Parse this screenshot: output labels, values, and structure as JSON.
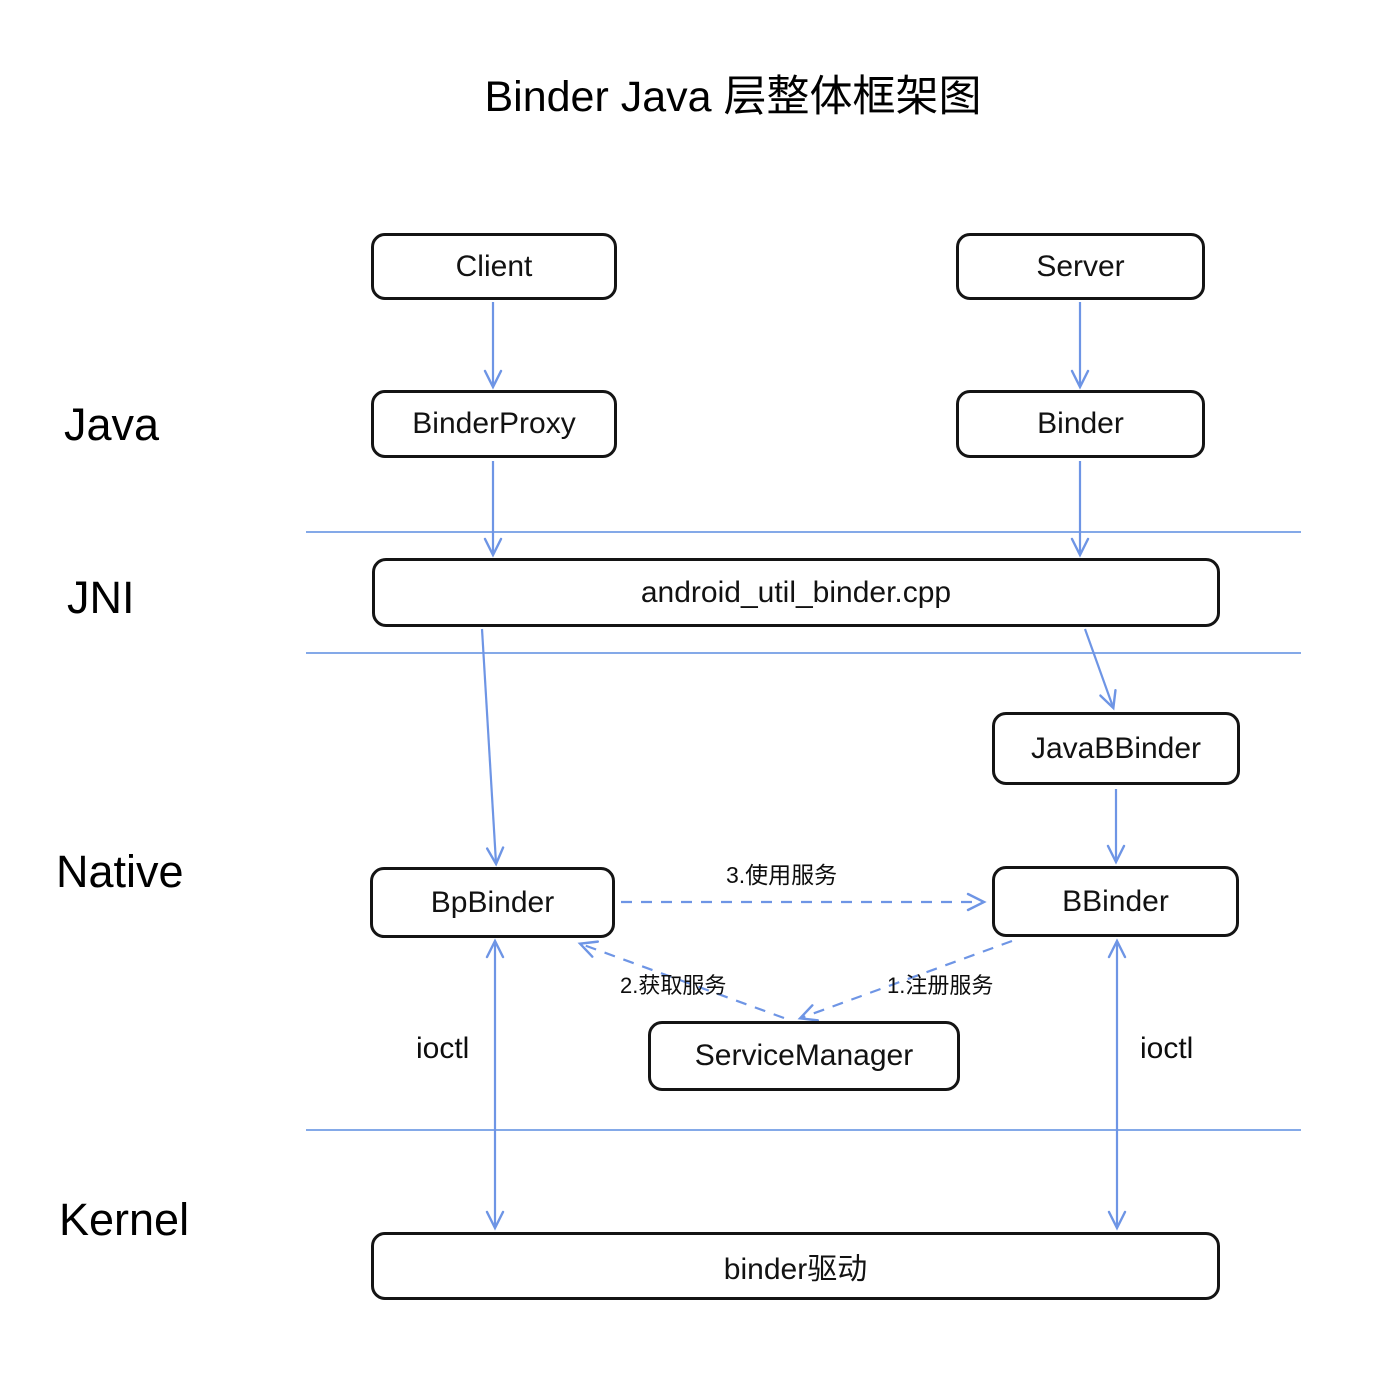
{
  "title": "Binder Java 层整体框架图",
  "layers": {
    "java": "Java",
    "jni": "JNI",
    "native": "Native",
    "kernel": "Kernel"
  },
  "nodes": {
    "client": "Client",
    "server": "Server",
    "binder_proxy": "BinderProxy",
    "binder": "Binder",
    "android_util_binder": "android_util_binder.cpp",
    "java_b_binder": "JavaBBinder",
    "bp_binder": "BpBinder",
    "b_binder": "BBinder",
    "service_manager": "ServiceManager",
    "binder_driver": "binder驱动"
  },
  "edge_labels": {
    "use_service": "3.使用服务",
    "get_service": "2.获取服务",
    "register_service": "1.注册服务",
    "ioctl_left": "ioctl",
    "ioctl_right": "ioctl"
  },
  "colors": {
    "arrow": "#6e95e5",
    "divider": "#84a9e8",
    "box_border": "#141414",
    "text": "#121212",
    "bg": "#ffffff"
  }
}
